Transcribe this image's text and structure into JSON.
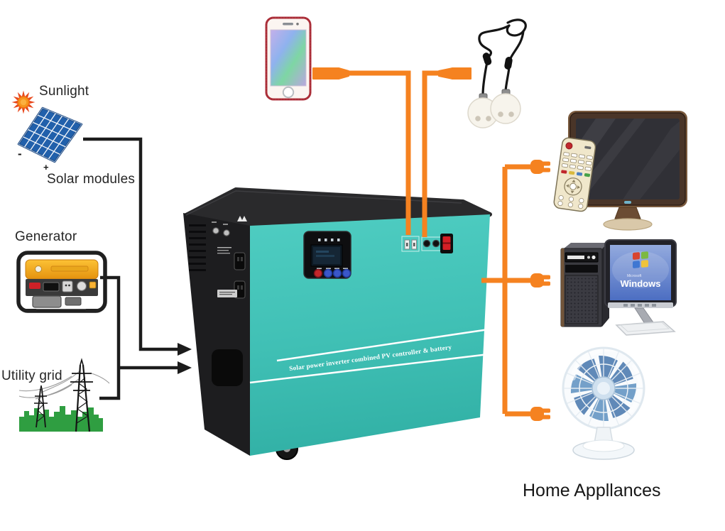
{
  "labels": {
    "sunlight": "Sunlight",
    "solar_modules": "Solar modules",
    "generator": "Generator",
    "utility_grid": "Utility grid",
    "home_appliances": "Home Appllances"
  },
  "solar_panel": {
    "minus": "-",
    "plus": "+"
  },
  "inverter": {
    "banner": "Solar  power  inverter combined PV controller & battery"
  },
  "computer": {
    "os_small": "Microsoft",
    "os_large": "Windows"
  },
  "icons": {
    "sun": "sun-icon",
    "solar_panel": "solar-panel-icon",
    "generator": "generator-icon",
    "utility_grid": "utility-grid-icon",
    "inverter": "inverter-unit",
    "phone": "smartphone-icon",
    "led_bulbs": "led-bulbs-icon",
    "tv": "tv-icon",
    "remote": "remote-control-icon",
    "computer": "desktop-computer-icon",
    "fan": "fan-icon",
    "plug": "power-plug-icon",
    "arrow": "arrow-icon"
  },
  "colors": {
    "cable_orange": "#F58220",
    "wire_black": "#1C1C1C",
    "inverter_teal": "#44C4B9",
    "inverter_dark": "#262626",
    "grid_green": "#2F9E41",
    "panel_blue": "#2566B0",
    "generator_yellow": "#F9B233"
  }
}
